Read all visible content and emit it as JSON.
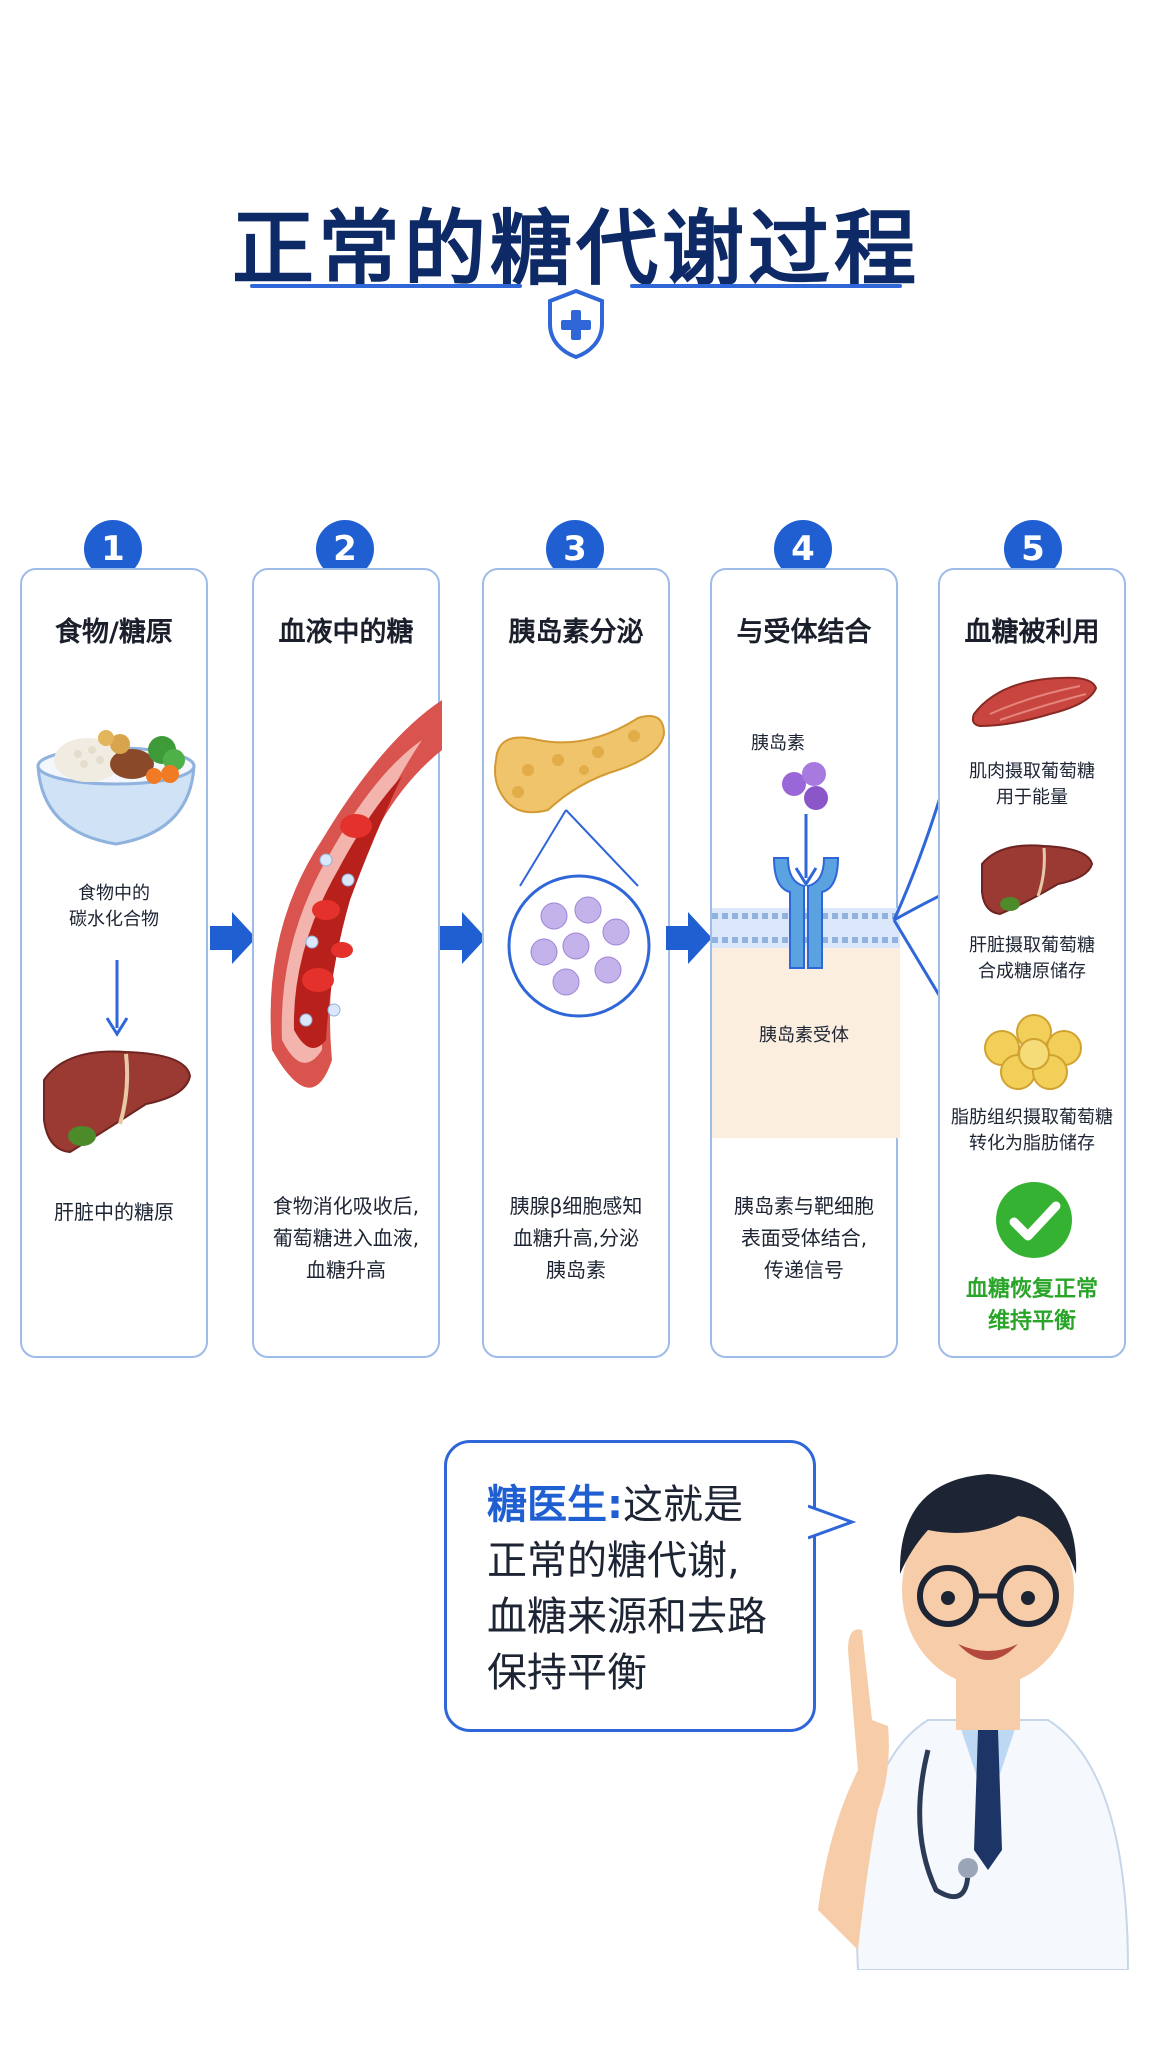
{
  "header": {
    "title": "正常的糖代谢过程"
  },
  "steps": [
    {
      "number": "1",
      "title": "食物/糖原",
      "food_caption_1": "食物中的",
      "food_caption_2": "碳水化合物",
      "liver_caption": "肝脏中的糖原"
    },
    {
      "number": "2",
      "title": "血液中的糖",
      "caption_1": "食物消化吸收后,",
      "caption_2": "葡萄糖进入血液,",
      "caption_3": "血糖升高"
    },
    {
      "number": "3",
      "title": "胰岛素分泌",
      "caption_1": "胰腺β细胞感知",
      "caption_2": "血糖升高,分泌",
      "caption_3": "胰岛素"
    },
    {
      "number": "4",
      "title": "与受体结合",
      "insulin_label": "胰岛素",
      "receptor_label": "胰岛素受体",
      "caption_1": "胰岛素与靶细胞",
      "caption_2": "表面受体结合,",
      "caption_3": "传递信号"
    },
    {
      "number": "5",
      "title": "血糖被利用",
      "muscle_1": "肌肉摄取葡萄糖",
      "muscle_2": "用于能量",
      "liver_1": "肝脏摄取葡萄糖",
      "liver_2": "合成糖原储存",
      "fat_1": "脂肪组织摄取葡萄糖",
      "fat_2": "转化为脂肪储存",
      "result_1": "血糖恢复正常",
      "result_2": "维持平衡"
    }
  ],
  "speech": {
    "speaker": "糖医生:",
    "line_1": "这就是",
    "line_2": "正常的糖代谢,",
    "line_3": "血糖来源和去路",
    "line_4": "保持平衡"
  },
  "colors": {
    "primary": "#1f5fd1",
    "title": "#0e2a66",
    "card_border": "#9fbbe8",
    "success": "#2aa52a"
  }
}
